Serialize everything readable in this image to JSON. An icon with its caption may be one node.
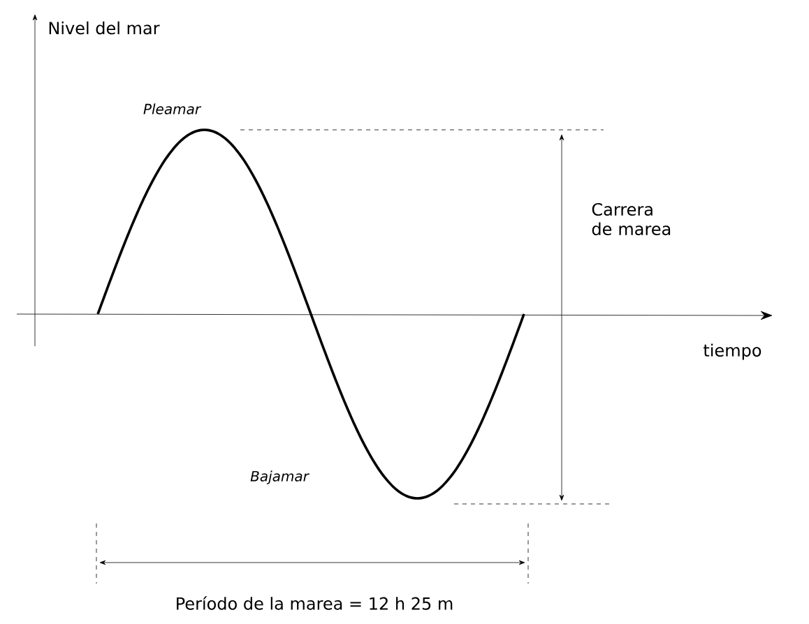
{
  "diagram": {
    "labels": [
      "Nivel del mar",
      "Pleamar",
      "Carrera de marea",
      "tiempo",
      "Bajamar",
      "Período de la marea = 12 h 25 m"
    ]
  }
}
